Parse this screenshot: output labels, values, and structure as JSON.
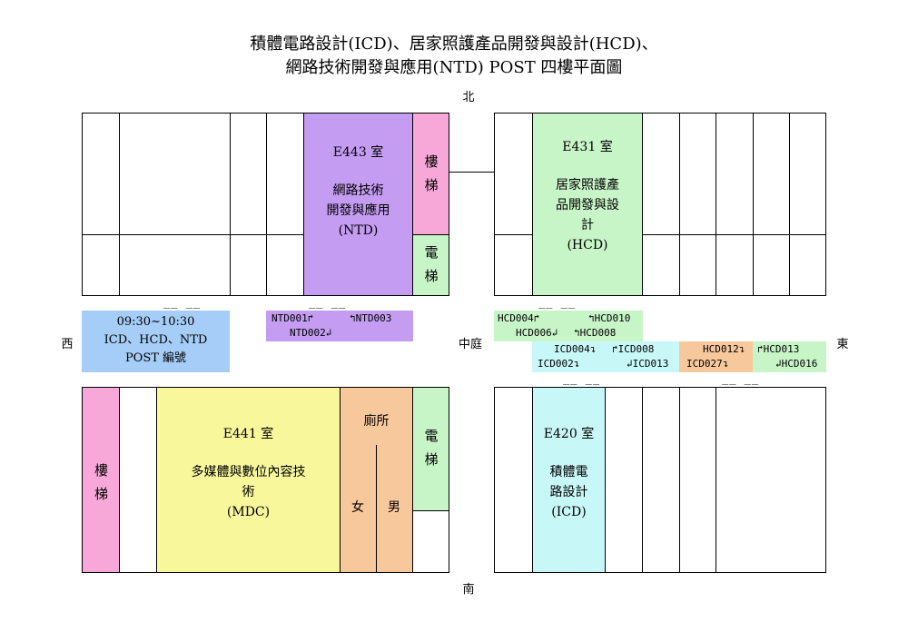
{
  "title": {
    "line1": "積體電路設計(ICD)、居家照護產品開發與設計(HCD)、",
    "line2": "網路技術開發與應用(NTD) POST 四樓平面圖"
  },
  "compass": {
    "north": "北",
    "south": "南",
    "west": "西",
    "east": "東",
    "courtyard": "中庭"
  },
  "colors": {
    "ntd": "#c49cf2",
    "stairs": "#f7a8d8",
    "hcd": "#c8f5c8",
    "schedule": "#a6cdf7",
    "icd": "#c8f7f7",
    "mdc": "#f9f79c",
    "toilet": "#f7c89c"
  },
  "rooms": {
    "e443": {
      "number": "E443 室",
      "line1": "網路技術",
      "line2": "開發與應用",
      "line3": "(NTD)"
    },
    "e431": {
      "number": "E431 室",
      "line1": "居家照護產",
      "line2": "品開發與設",
      "line3": "計",
      "line4": "(HCD)"
    },
    "e441": {
      "number": "E441 室",
      "line1": "多媒體與數位內容技",
      "line2": "術",
      "line3": "(MDC)"
    },
    "e420": {
      "number": "E420 室",
      "line1": "積體電",
      "line2": "路設計",
      "line3": "(ICD)"
    }
  },
  "utility": {
    "stairs": "樓梯",
    "elevator": "電梯",
    "toilet": "廁所",
    "female": "女",
    "male": "男"
  },
  "schedule": {
    "time": "09:30~10:30",
    "groups": "ICD、HCD、NTD",
    "label": "POST 編號"
  },
  "ntd_band": {
    "a": "NTD001↱",
    "b": "↰NTD003",
    "c": "NTD002↲"
  },
  "hcd_band": {
    "a": "HCD004↱",
    "b": "↰HCD010",
    "c": "HCD006↲",
    "d": "↰HCD008"
  },
  "icd_band": {
    "a": "ICD004↴",
    "b": "↱ICD008",
    "c": "ICD002↴",
    "d": "↲ICD013"
  },
  "hcd2_band": {
    "a": "HCD012↴",
    "b": "↱HCD013",
    "c": "ICD027↴",
    "d": "↲HCD016"
  },
  "dashes": "__ __"
}
